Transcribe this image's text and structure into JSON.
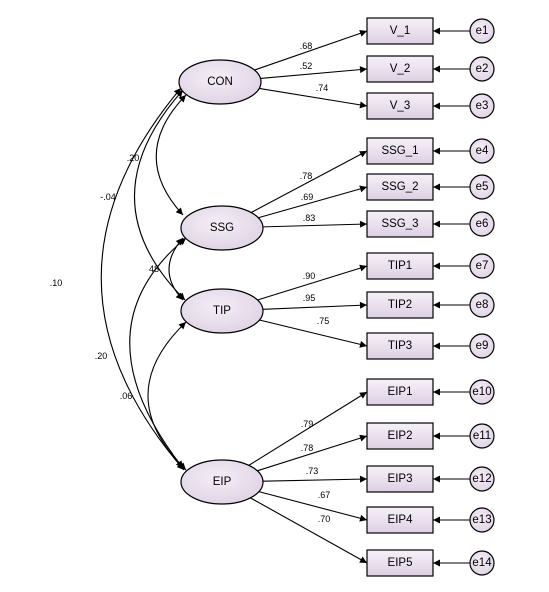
{
  "colors": {
    "fill": "#efe8f2",
    "gradient_dark": "#ddd0e3",
    "stroke": "#000000",
    "background": "#ffffff"
  },
  "latents": [
    {
      "id": "CON",
      "label": "CON"
    },
    {
      "id": "SSG",
      "label": "SSG"
    },
    {
      "id": "TIP",
      "label": "TIP"
    },
    {
      "id": "EIP",
      "label": "EIP"
    }
  ],
  "indicators": [
    {
      "id": "V_1",
      "label": "V_1",
      "latent": "CON",
      "loading": ".68",
      "error": "e1"
    },
    {
      "id": "V_2",
      "label": "V_2",
      "latent": "CON",
      "loading": ".52",
      "error": "e2"
    },
    {
      "id": "V_3",
      "label": "V_3",
      "latent": "CON",
      "loading": ".74",
      "error": "e3"
    },
    {
      "id": "SSG_1",
      "label": "SSG_1",
      "latent": "SSG",
      "loading": ".78",
      "error": "e4"
    },
    {
      "id": "SSG_2",
      "label": "SSG_2",
      "latent": "SSG",
      "loading": ".69",
      "error": "e5"
    },
    {
      "id": "SSG_3",
      "label": "SSG_3",
      "latent": "SSG",
      "loading": ".83",
      "error": "e6"
    },
    {
      "id": "TIP1",
      "label": "TIP1",
      "latent": "TIP",
      "loading": ".90",
      "error": "e7"
    },
    {
      "id": "TIP2",
      "label": "TIP2",
      "latent": "TIP",
      "loading": ".95",
      "error": "e8"
    },
    {
      "id": "TIP3",
      "label": "TIP3",
      "latent": "TIP",
      "loading": ".75",
      "error": "e9"
    },
    {
      "id": "EIP1",
      "label": "EIP1",
      "latent": "EIP",
      "loading": ".79",
      "error": "e10"
    },
    {
      "id": "EIP2",
      "label": "EIP2",
      "latent": "EIP",
      "loading": ".78",
      "error": "e11"
    },
    {
      "id": "EIP3",
      "label": "EIP3",
      "latent": "EIP",
      "loading": ".73",
      "error": "e12"
    },
    {
      "id": "EIP4",
      "label": "EIP4",
      "latent": "EIP",
      "loading": ".67",
      "error": "e13"
    },
    {
      "id": "EIP5",
      "label": "EIP5",
      "latent": "EIP",
      "loading": ".70",
      "error": "e14"
    }
  ],
  "correlations": [
    {
      "from": "CON",
      "to": "SSG",
      "value": ".20"
    },
    {
      "from": "CON",
      "to": "TIP",
      "value": "-.04"
    },
    {
      "from": "CON",
      "to": "EIP",
      "value": ".10"
    },
    {
      "from": "SSG",
      "to": "TIP",
      "value": "48"
    },
    {
      "from": "SSG",
      "to": "EIP",
      "value": ".20"
    },
    {
      "from": "TIP",
      "to": "EIP",
      "value": ".06"
    }
  ]
}
